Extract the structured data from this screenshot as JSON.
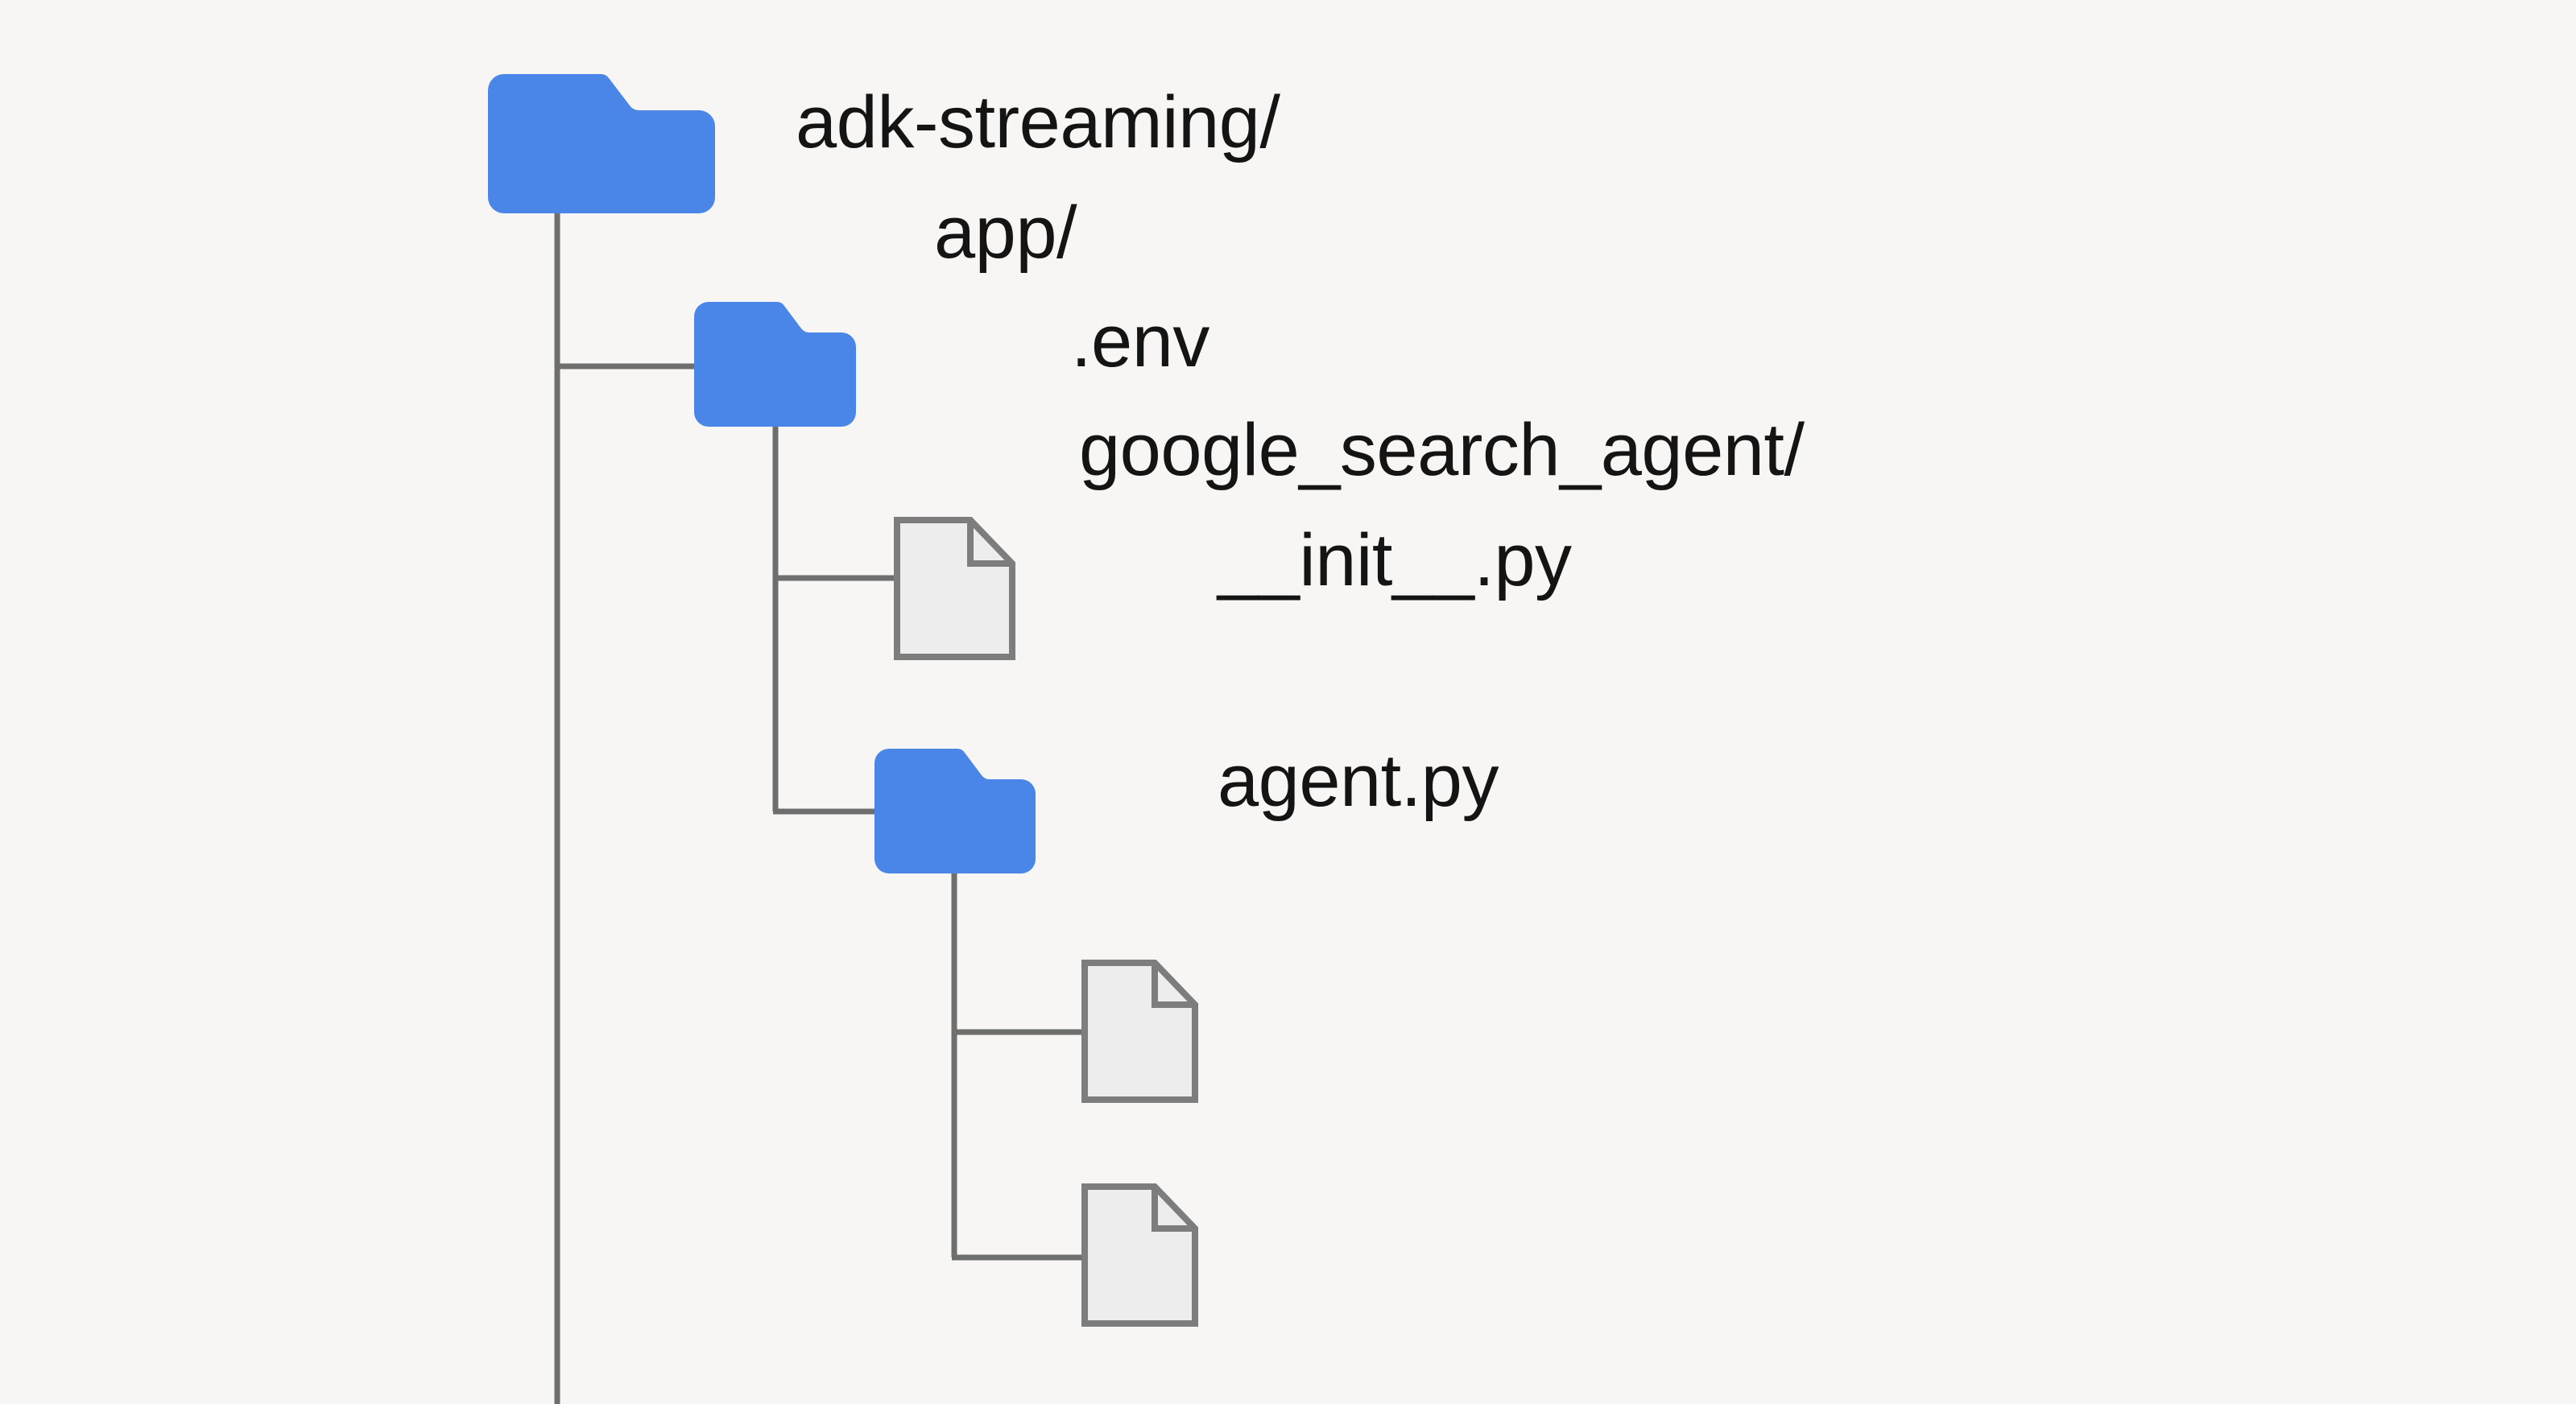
{
  "diagram": {
    "type": "file-tree",
    "title": "adk-streaming project structure",
    "background_color": "#f7f6f4",
    "folder_color": "#4a86e8",
    "file_fill_color": "#ededed",
    "file_stroke_color": "#7d7d7d",
    "connector_color": "#6e6e6e",
    "text_color": "#141414"
  },
  "tree": {
    "root": {
      "label": "adk-streaming/",
      "icon": "folder-icon",
      "depth": 0,
      "children": [
        {
          "label": "app/",
          "icon": "folder-icon",
          "depth": 1,
          "children": [
            {
              "label": ".env",
              "icon": "file-icon",
              "depth": 2,
              "children": []
            },
            {
              "label": "google_search_agent/",
              "icon": "folder-icon",
              "depth": 2,
              "children": [
                {
                  "label": "__init__.py",
                  "icon": "file-icon",
                  "depth": 3,
                  "children": []
                },
                {
                  "label": "agent.py",
                  "icon": "file-icon",
                  "depth": 3,
                  "children": []
                }
              ]
            }
          ]
        }
      ]
    }
  },
  "nodes": {
    "root": {
      "label": "adk-streaming/"
    },
    "app": {
      "label": "app/"
    },
    "env": {
      "label": ".env"
    },
    "gsa": {
      "label": "google_search_agent/"
    },
    "initpy": {
      "label": "__init__.py"
    },
    "agentpy": {
      "label": "agent.py"
    }
  }
}
